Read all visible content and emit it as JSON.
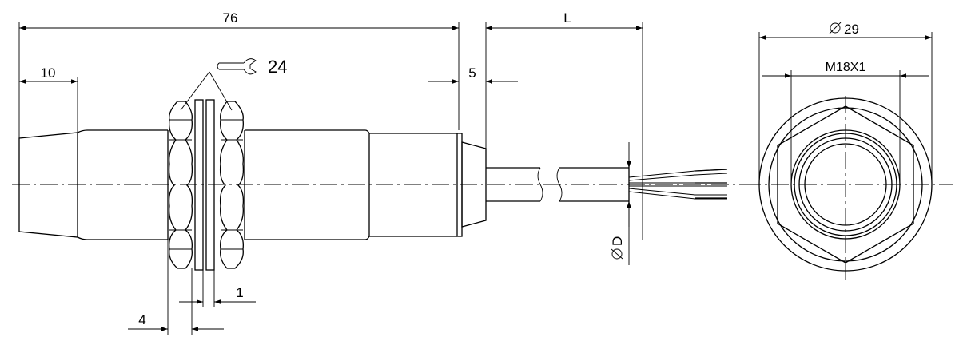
{
  "dimensions": {
    "total_length": "76",
    "cable_length": "L",
    "connector_length": "10",
    "offset_5": "5",
    "spanner_size": "24",
    "outer_diameter": "29",
    "thread": "M18X1",
    "cable_diameter": "D",
    "washer_thickness": "1",
    "nut_thickness": "4"
  },
  "symbols": {
    "diameter_sign": "diameter-symbol",
    "spanner": "spanner-icon"
  }
}
